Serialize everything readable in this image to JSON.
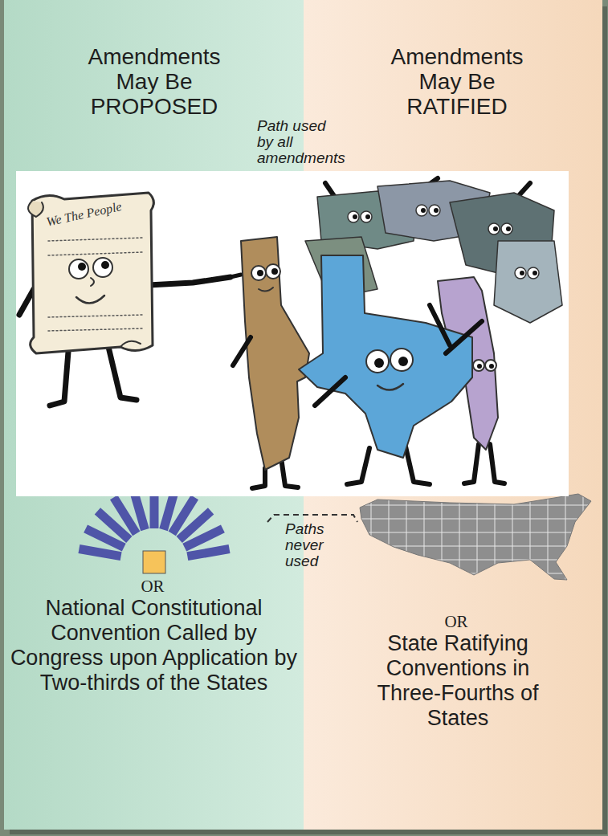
{
  "diagram": {
    "nodes": [
      {
        "text": [
          "Amendments May Be PROPOSED"
        ]
      },
      {
        "text": [
          "Amendments May Be RATIFIED"
        ]
      },
      {
        "text": [
          "National Constitutional Convention Called by Congress upon Application by Two-thirds of the States"
        ],
        "in": 0
      },
      {
        "text": [
          "State Ratifying Conventions in Three-Fourths of States"
        ],
        "in": 1
      }
    ],
    "edges": [
      {
        "from": 2,
        "to": 3,
        "arrow": "none",
        "label": "Paths never used"
      }
    ],
    "labels": [
      "Path used by all amendments",
      "We The People",
      "OR",
      "OR"
    ]
  }
}
